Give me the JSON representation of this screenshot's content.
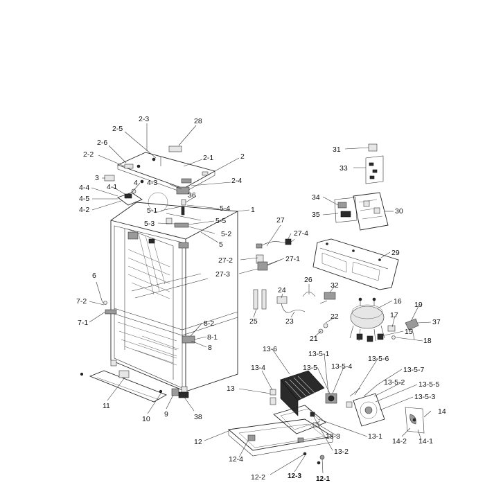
{
  "labels": [
    {
      "id": "2-3",
      "text": "2-3"
    },
    {
      "id": "28",
      "text": "28"
    },
    {
      "id": "2-5",
      "text": "2-5"
    },
    {
      "id": "2-6",
      "text": "2-6"
    },
    {
      "id": "2-1",
      "text": "2-1"
    },
    {
      "id": "2",
      "text": "2"
    },
    {
      "id": "2-2",
      "text": "2-2"
    },
    {
      "id": "3",
      "text": "3"
    },
    {
      "id": "4",
      "text": "4"
    },
    {
      "id": "4-3",
      "text": "4-3"
    },
    {
      "id": "2-4",
      "text": "2-4"
    },
    {
      "id": "4-4",
      "text": "4-4"
    },
    {
      "id": "4-1",
      "text": "4-1"
    },
    {
      "id": "36",
      "text": "36"
    },
    {
      "id": "4-5",
      "text": "4-5"
    },
    {
      "id": "4-2",
      "text": "4-2"
    },
    {
      "id": "5-1",
      "text": "5-1"
    },
    {
      "id": "5-4",
      "text": "5-4"
    },
    {
      "id": "1",
      "text": "1"
    },
    {
      "id": "5-3",
      "text": "5-3"
    },
    {
      "id": "5-5",
      "text": "5-5"
    },
    {
      "id": "5-2",
      "text": "5-2"
    },
    {
      "id": "5",
      "text": "5"
    },
    {
      "id": "6",
      "text": "6"
    },
    {
      "id": "7-2",
      "text": "7-2"
    },
    {
      "id": "7-1",
      "text": "7-1"
    },
    {
      "id": "8-2",
      "text": "8-2"
    },
    {
      "id": "8-1",
      "text": "8-1"
    },
    {
      "id": "8",
      "text": "8"
    },
    {
      "id": "11",
      "text": "11"
    },
    {
      "id": "10",
      "text": "10"
    },
    {
      "id": "9",
      "text": "9"
    },
    {
      "id": "38",
      "text": "38"
    },
    {
      "id": "31",
      "text": "31"
    },
    {
      "id": "33",
      "text": "33"
    },
    {
      "id": "34",
      "text": "34"
    },
    {
      "id": "35",
      "text": "35"
    },
    {
      "id": "30",
      "text": "30"
    },
    {
      "id": "27",
      "text": "27"
    },
    {
      "id": "27-4",
      "text": "27-4"
    },
    {
      "id": "27-2",
      "text": "27-2"
    },
    {
      "id": "27-1",
      "text": "27-1"
    },
    {
      "id": "27-3",
      "text": "27-3"
    },
    {
      "id": "29",
      "text": "29"
    },
    {
      "id": "26",
      "text": "26"
    },
    {
      "id": "32",
      "text": "32"
    },
    {
      "id": "24",
      "text": "24"
    },
    {
      "id": "16",
      "text": "16"
    },
    {
      "id": "19",
      "text": "19"
    },
    {
      "id": "25",
      "text": "25"
    },
    {
      "id": "23",
      "text": "23"
    },
    {
      "id": "22",
      "text": "22"
    },
    {
      "id": "17",
      "text": "17"
    },
    {
      "id": "37",
      "text": "37"
    },
    {
      "id": "21",
      "text": "21"
    },
    {
      "id": "15",
      "text": "15"
    },
    {
      "id": "18",
      "text": "18"
    },
    {
      "id": "13-6",
      "text": "13-6"
    },
    {
      "id": "13-5-1",
      "text": "13-5-1"
    },
    {
      "id": "13-5-6",
      "text": "13-5-6"
    },
    {
      "id": "13-4",
      "text": "13-4"
    },
    {
      "id": "13-5",
      "text": "13-5"
    },
    {
      "id": "13-5-4",
      "text": "13-5-4"
    },
    {
      "id": "13-5-7",
      "text": "13-5-7"
    },
    {
      "id": "13",
      "text": "13"
    },
    {
      "id": "13-5-2",
      "text": "13-5-2"
    },
    {
      "id": "13-5-5",
      "text": "13-5-5"
    },
    {
      "id": "13-5-3",
      "text": "13-5-3"
    },
    {
      "id": "14",
      "text": "14"
    },
    {
      "id": "13-1",
      "text": "13-1"
    },
    {
      "id": "13-3",
      "text": "13-3"
    },
    {
      "id": "14-2",
      "text": "14-2"
    },
    {
      "id": "14-1",
      "text": "14-1"
    },
    {
      "id": "12",
      "text": "12"
    },
    {
      "id": "13-2",
      "text": "13-2"
    },
    {
      "id": "12-4",
      "text": "12-4"
    },
    {
      "id": "12-2",
      "text": "12-2"
    },
    {
      "id": "12-3",
      "text": "12-3"
    },
    {
      "id": "12-1",
      "text": "12-1"
    }
  ]
}
